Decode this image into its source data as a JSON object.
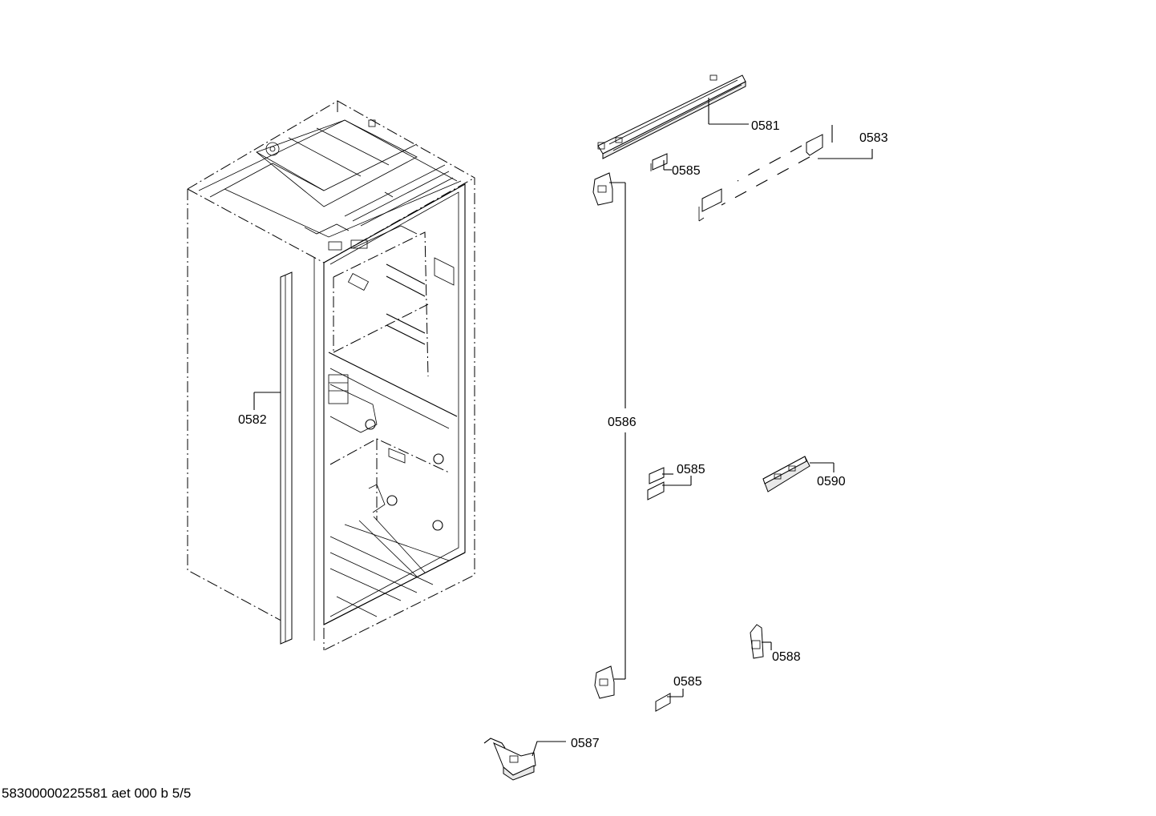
{
  "callouts": {
    "c0581": "0581",
    "c0582": "0582",
    "c0583": "0583",
    "c0585a": "0585",
    "c0585b": "0585",
    "c0585c": "0585",
    "c0586": "0586",
    "c0587": "0587",
    "c0588": "0588",
    "c0590": "0590"
  },
  "footer": "58300000225581 aet 000 b 5/5"
}
